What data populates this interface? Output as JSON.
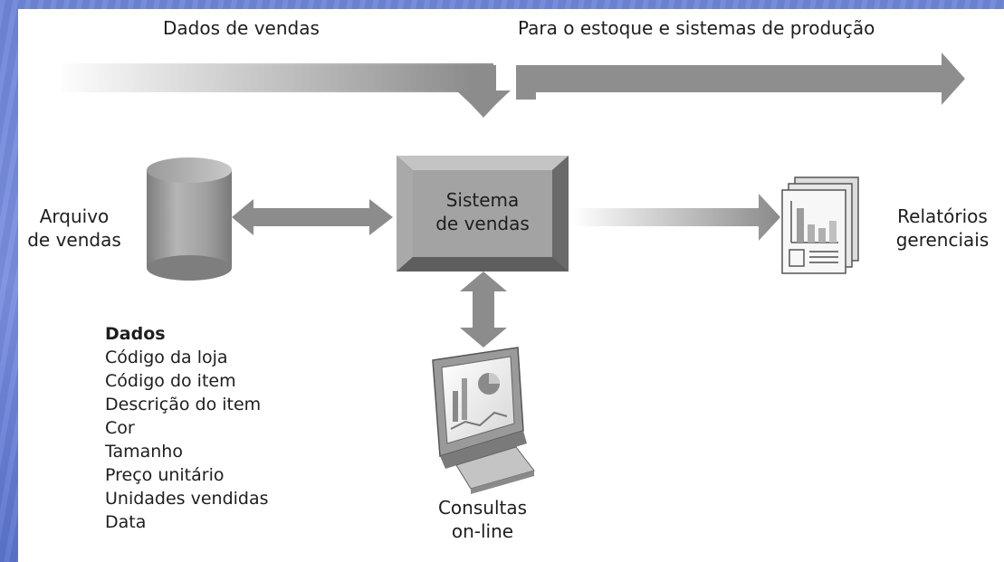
{
  "top_labels": {
    "left": "Dados de vendas",
    "right": "Para o estoque e sistemas de produção"
  },
  "center_box": {
    "line1": "Sistema",
    "line2": "de vendas"
  },
  "left_label": {
    "line1": "Arquivo",
    "line2": "de vendas"
  },
  "right_label": {
    "line1": "Relatórios",
    "line2": "gerenciais"
  },
  "bottom_label": {
    "line1": "Consultas",
    "line2": "on-line"
  },
  "data_list": {
    "title": "Dados",
    "items": [
      "Código da loja",
      "Código do item",
      "Descrição do item",
      "Cor",
      "Tamanho",
      "Preço unitário",
      "Unidades vendidas",
      "Data"
    ]
  },
  "colors": {
    "arrow_gray": "#8c8c8c",
    "box_gray": "#9a9a9a",
    "background_blue": "#6f86d8"
  },
  "icons": [
    "cylinder-database-icon",
    "report-documents-icon",
    "computer-monitor-icon"
  ]
}
